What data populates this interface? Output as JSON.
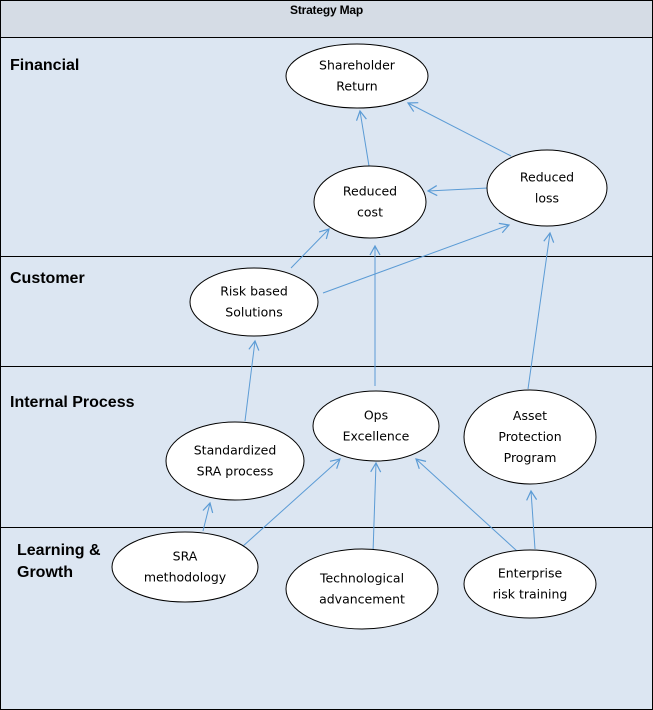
{
  "title": "Strategy Map",
  "colors": {
    "background": "#dce6f2",
    "header": "#d5dce5",
    "arrow": "#5b9bd5",
    "node_fill": "#ffffff",
    "node_stroke": "#000000"
  },
  "lanes": [
    {
      "id": "financial",
      "label": "Financial"
    },
    {
      "id": "customer",
      "label": "Customer"
    },
    {
      "id": "internal",
      "label": "Internal Process"
    },
    {
      "id": "learning",
      "label": "Learning & Growth",
      "lines": [
        "Learning &",
        "Growth"
      ]
    }
  ],
  "nodes": [
    {
      "id": "shareholder-return",
      "lane": "financial",
      "lines": [
        "Shareholder",
        "Return"
      ]
    },
    {
      "id": "reduced-cost",
      "lane": "financial",
      "lines": [
        "Reduced",
        "cost"
      ]
    },
    {
      "id": "reduced-loss",
      "lane": "financial",
      "lines": [
        "Reduced",
        "loss"
      ]
    },
    {
      "id": "risk-based-solutions",
      "lane": "customer",
      "lines": [
        "Risk based",
        "Solutions"
      ]
    },
    {
      "id": "standardized-sra-process",
      "lane": "internal",
      "lines": [
        "Standardized",
        "SRA process"
      ]
    },
    {
      "id": "ops-excellence",
      "lane": "internal",
      "lines": [
        "Ops",
        "Excellence"
      ]
    },
    {
      "id": "asset-protection-program",
      "lane": "internal",
      "lines": [
        "Asset",
        "Protection",
        "Program"
      ]
    },
    {
      "id": "sra-methodology",
      "lane": "learning",
      "lines": [
        "SRA",
        "methodology"
      ]
    },
    {
      "id": "technological-advancement",
      "lane": "learning",
      "lines": [
        "Technological",
        "advancement"
      ]
    },
    {
      "id": "enterprise-risk-training",
      "lane": "learning",
      "lines": [
        "Enterprise",
        "risk training"
      ]
    }
  ],
  "edges": [
    {
      "from": "reduced-cost",
      "to": "shareholder-return"
    },
    {
      "from": "reduced-loss",
      "to": "shareholder-return"
    },
    {
      "from": "reduced-loss",
      "to": "reduced-cost"
    },
    {
      "from": "risk-based-solutions",
      "to": "reduced-cost"
    },
    {
      "from": "risk-based-solutions",
      "to": "reduced-loss"
    },
    {
      "from": "ops-excellence",
      "to": "reduced-cost"
    },
    {
      "from": "asset-protection-program",
      "to": "reduced-loss"
    },
    {
      "from": "standardized-sra-process",
      "to": "risk-based-solutions"
    },
    {
      "from": "sra-methodology",
      "to": "standardized-sra-process"
    },
    {
      "from": "sra-methodology",
      "to": "ops-excellence"
    },
    {
      "from": "technological-advancement",
      "to": "ops-excellence"
    },
    {
      "from": "enterprise-risk-training",
      "to": "ops-excellence"
    },
    {
      "from": "enterprise-risk-training",
      "to": "asset-protection-program"
    }
  ]
}
